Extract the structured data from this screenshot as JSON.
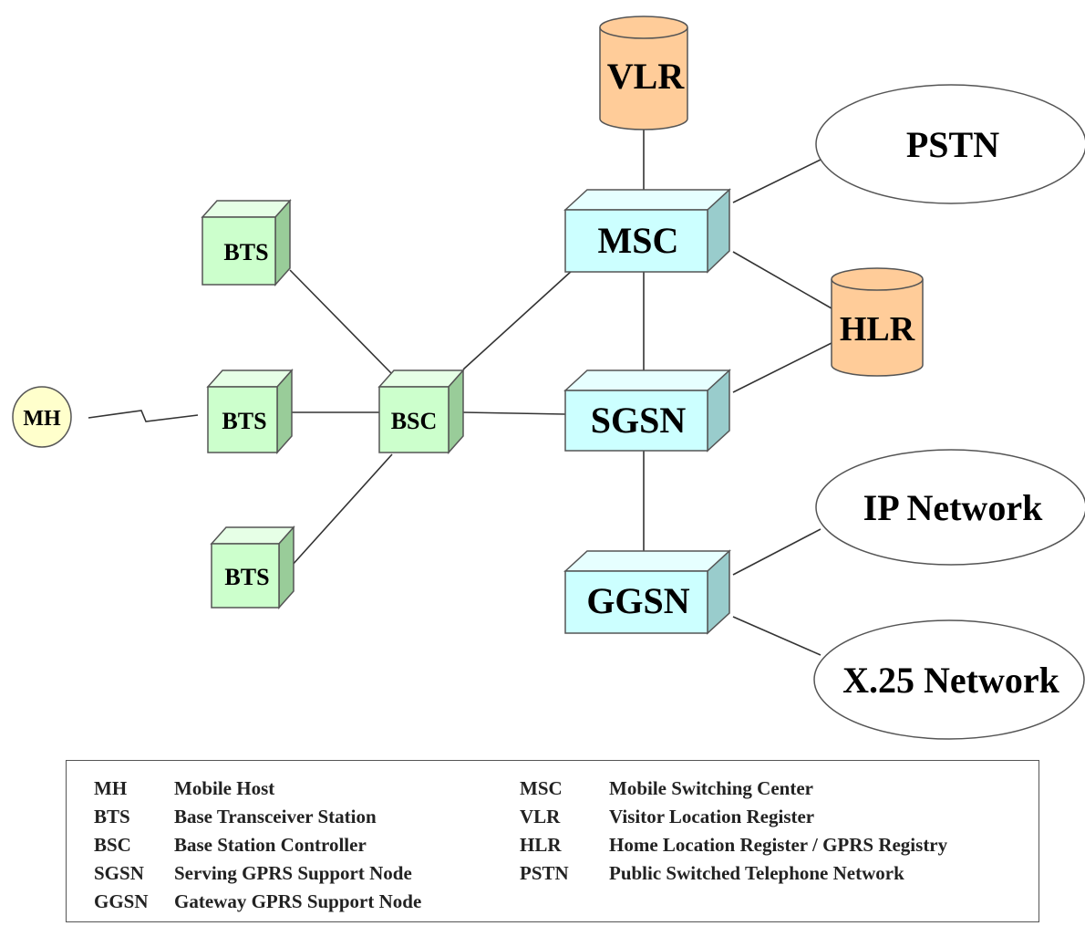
{
  "nodes": {
    "mh": "MH",
    "bts_top": "BTS",
    "bts_mid": "BTS",
    "bts_bot": "BTS",
    "bsc": "BSC",
    "msc": "MSC",
    "sgsn": "SGSN",
    "ggsn": "GGSN",
    "vlr": "VLR",
    "hlr": "HLR",
    "pstn": "PSTN",
    "ip_network": "IP Network",
    "x25_network": "X.25 Network"
  },
  "legend": {
    "left": [
      {
        "abbr": "MH",
        "text": "Mobile Host"
      },
      {
        "abbr": "BTS",
        "text": "Base Transceiver Station"
      },
      {
        "abbr": "BSC",
        "text": "Base Station Controller"
      },
      {
        "abbr": "SGSN",
        "text": "Serving GPRS Support Node"
      },
      {
        "abbr": "GGSN",
        "text": "Gateway GPRS Support Node"
      }
    ],
    "right": [
      {
        "abbr": "MSC",
        "text": "Mobile Switching Center"
      },
      {
        "abbr": "VLR",
        "text": "Visitor Location Register"
      },
      {
        "abbr": "HLR",
        "text": "Home Location Register / GPRS Registry"
      },
      {
        "abbr": "PSTN",
        "text": "Public Switched Telephone Network"
      }
    ]
  },
  "colors": {
    "bts_bsc_box": "#ccffcc",
    "core_box": "#ccffff",
    "database": "#ffcc99",
    "mobile_host": "#ffffcc",
    "cloud": "#ffffff"
  }
}
